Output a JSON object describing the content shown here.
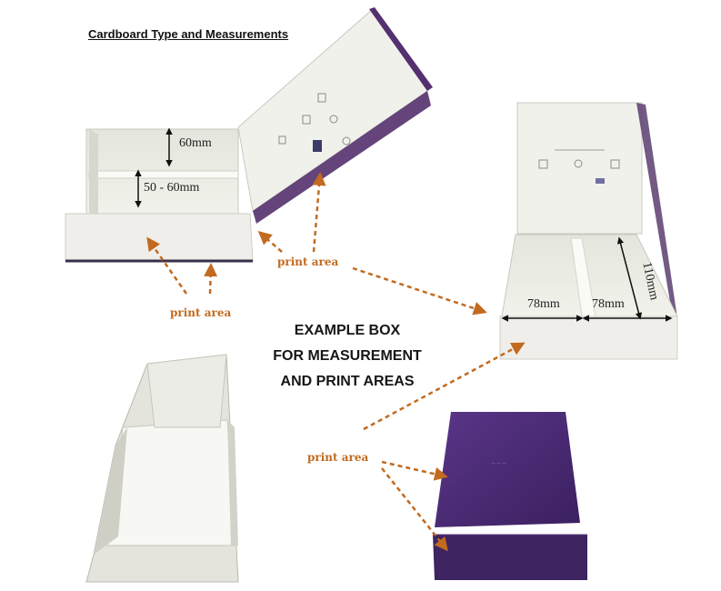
{
  "heading": "Cardboard Type and Measurements",
  "center_text": [
    "EXAMPLE BOX",
    "FOR MEASUREMENT",
    "AND PRINT AREAS"
  ],
  "print_area_label": "print area",
  "dimensions": {
    "top_compartment": "60mm",
    "bottom_compartment": "50 - 60mm",
    "width_left": "78mm",
    "width_right": "78mm",
    "depth": "110mm"
  },
  "colors": {
    "arrow": "#c26a1f",
    "box_white": "#ecece6",
    "box_purple": "#4a2a72"
  }
}
